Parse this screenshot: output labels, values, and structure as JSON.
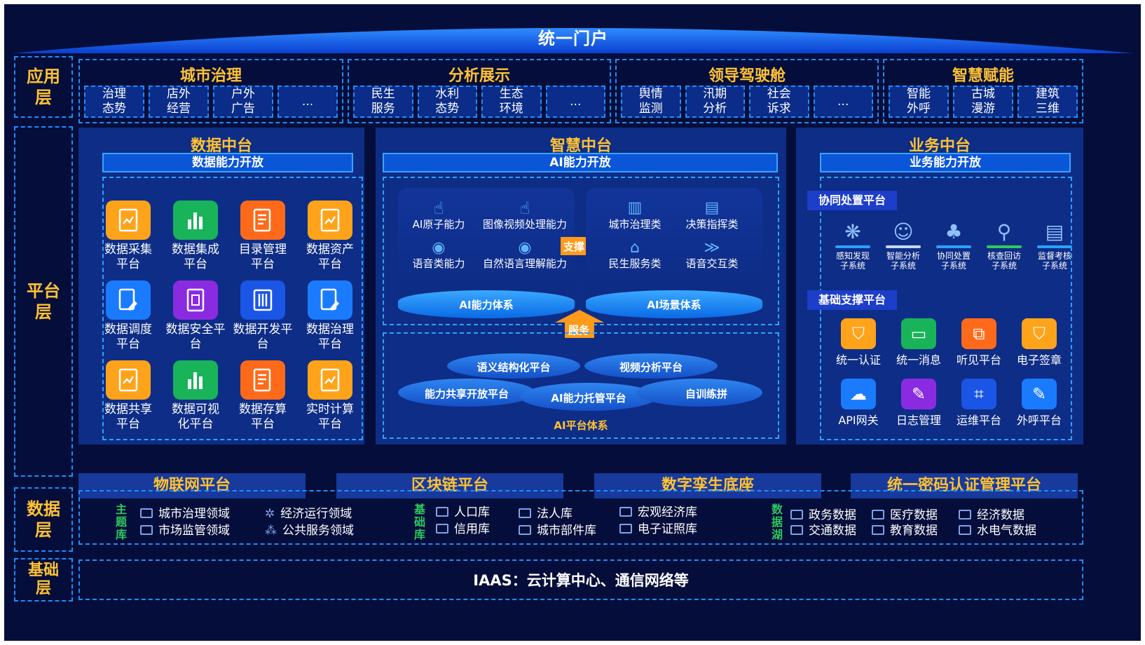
{
  "portal": {
    "title": "统一门户"
  },
  "layers": {
    "application": "应用层",
    "platform": "平台层",
    "data": "数据层",
    "base": "基础层"
  },
  "app_groups": [
    {
      "title": "城市治理",
      "items": [
        "治理\n态势",
        "店外\n经营",
        "户外\n广告",
        "..."
      ]
    },
    {
      "title": "分析展示",
      "items": [
        "民生\n服务",
        "水利\n态势",
        "生态\n环境",
        "..."
      ]
    },
    {
      "title": "领导驾驶舱",
      "items": [
        "舆情\n监测",
        "汛期\n分析",
        "社会\n诉求",
        "..."
      ]
    },
    {
      "title": "智慧赋能",
      "items": [
        "智能\n外呼",
        "古城\n漫游",
        "建筑\n三维"
      ]
    }
  ],
  "data_platform": {
    "title": "数据中台",
    "bar": "数据能力开放",
    "tiles": [
      {
        "label": "数据采集\n平台",
        "color": "#ffa31a",
        "icon": "chart-doc-icon"
      },
      {
        "label": "数据集成\n平台",
        "color": "#19b35a",
        "icon": "bar-chart-icon"
      },
      {
        "label": "目录管理\n平台",
        "color": "#ff6a1a",
        "icon": "list-doc-icon"
      },
      {
        "label": "数据资产\n平台",
        "color": "#ffa31a",
        "icon": "chart-doc-icon"
      },
      {
        "label": "数据调度\n平台",
        "color": "#1a7bff",
        "icon": "wrench-doc-icon"
      },
      {
        "label": "数据安全平\n台",
        "color": "#8a2be2",
        "icon": "shield-doc-icon"
      },
      {
        "label": "数据开发平\n台",
        "color": "#1a55e6",
        "icon": "server-icon"
      },
      {
        "label": "数据治理\n平台",
        "color": "#1a7bff",
        "icon": "wrench-doc-icon"
      },
      {
        "label": "数据共享\n平台",
        "color": "#ffa31a",
        "icon": "chart-doc-icon"
      },
      {
        "label": "数据可视\n化平台",
        "color": "#19b35a",
        "icon": "bar-chart-icon"
      },
      {
        "label": "数据存算\n平台",
        "color": "#ff6a1a",
        "icon": "list-doc-icon"
      },
      {
        "label": "实时计算\n平台",
        "color": "#ffa31a",
        "icon": "chart-doc-icon"
      }
    ]
  },
  "smart_platform": {
    "title": "智慧中台",
    "bar": "AI能力开放",
    "left_items": [
      "AI原子能力",
      "图像视频处理能力",
      "语音类能力",
      "自然语言理解能力"
    ],
    "left_base": "AI能力体系",
    "right_items": [
      "城市治理类",
      "决策指挥类",
      "民生服务类",
      "语音交互类"
    ],
    "right_base": "AI场景体系",
    "support": "支撑",
    "service": "服务",
    "platforms": [
      "语义结构化平台",
      "视频分析平台",
      "能力共享开放平台",
      "AI能力托管平台",
      "自训练拼"
    ],
    "platform_system": "AI平台体系"
  },
  "business_platform": {
    "title": "业务中台",
    "bar": "业务能力开放",
    "collab_title": "协同处置平台",
    "collab_items": [
      "感知发现\n子系统",
      "智能分析\n子系统",
      "协同处置\n子系统",
      "核查回访\n子系统",
      "监督考核\n子系统"
    ],
    "base_title": "基础支撑平台",
    "base_items": [
      {
        "label": "统一认证",
        "color": "#ffa31a",
        "icon": "shield-icon"
      },
      {
        "label": "统一消息",
        "color": "#19b35a",
        "icon": "message-icon"
      },
      {
        "label": "听见平台",
        "color": "#ff6a1a",
        "icon": "code-icon"
      },
      {
        "label": "电子签章",
        "color": "#ffa31a",
        "icon": "shield-icon"
      },
      {
        "label": "API网关",
        "color": "#1a7bff",
        "icon": "api-cloud-icon"
      },
      {
        "label": "日志管理",
        "color": "#8a2be2",
        "icon": "edit-icon"
      },
      {
        "label": "运维平台",
        "color": "#1a55e6",
        "icon": "network-icon"
      },
      {
        "label": "外呼平台",
        "color": "#1a7bff",
        "icon": "edit-icon"
      }
    ]
  },
  "platforms_row": [
    "物联网平台",
    "区块链平台",
    "数字孪生底座",
    "统一密码认证管理平台"
  ],
  "data_layer": {
    "topic_label": "主题库",
    "topics": [
      "城市治理领域",
      "经济运行领域",
      "市场监管领域",
      "公共服务领域"
    ],
    "base_label": "基础库",
    "bases": [
      "人口库",
      "法人库",
      "宏观经济库",
      "信用库",
      "城市部件库",
      "电子证照库"
    ],
    "lake_label": "数据湖",
    "lakes": [
      "政务数据",
      "医疗数据",
      "经济数据",
      "交通数据",
      "教育数据",
      "水电气数据"
    ]
  },
  "base_layer": {
    "text": "IAAS：云计算中心、通信网络等"
  }
}
